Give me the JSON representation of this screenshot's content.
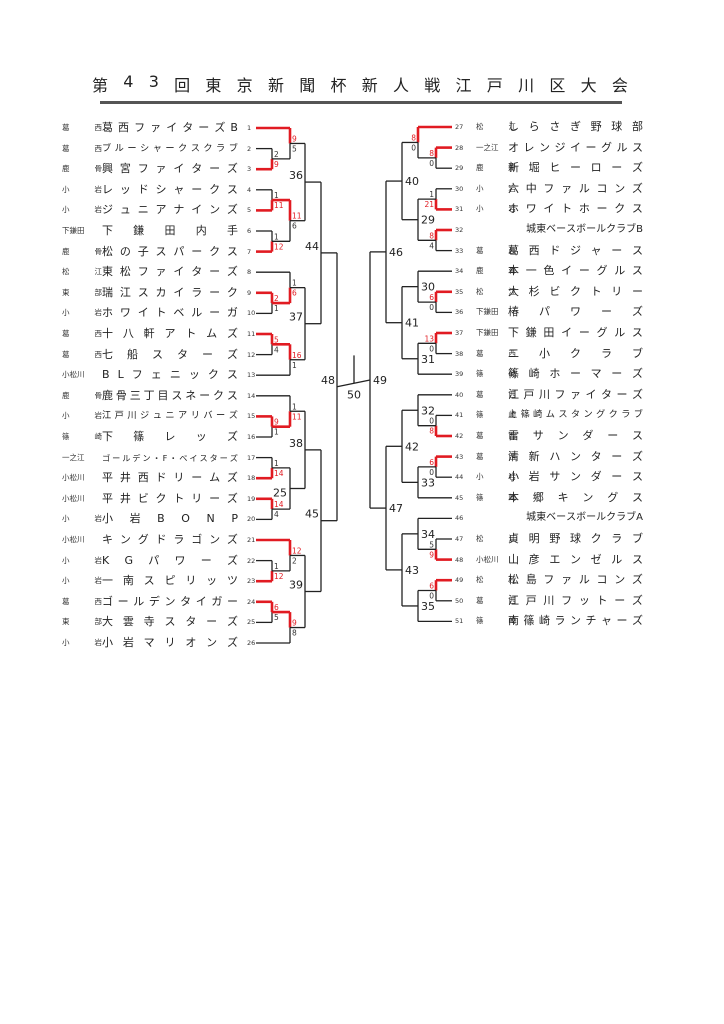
{
  "title": "第43回東京新聞杯新人戦江戸川区大会",
  "colors": {
    "winner": "#e11b22",
    "line": "#222222"
  },
  "left_teams": [
    {
      "seed": 1,
      "area": "葛西",
      "name": "葛西ファイターズB"
    },
    {
      "seed": 2,
      "area": "葛西",
      "name": "ブルーシャークスクラブ"
    },
    {
      "seed": 3,
      "area": "鹿骨",
      "name": "興宮ファイターズ"
    },
    {
      "seed": 4,
      "area": "小岩",
      "name": "レッドシャークス"
    },
    {
      "seed": 5,
      "area": "小岩",
      "name": "ジュニアナインズ"
    },
    {
      "seed": 6,
      "area": "下鎌田",
      "name": "下鎌田内手"
    },
    {
      "seed": 7,
      "area": "鹿骨",
      "name": "松の子スパークス"
    },
    {
      "seed": 8,
      "area": "松江",
      "name": "東松ファイターズ"
    },
    {
      "seed": 9,
      "area": "東部",
      "name": "瑞江スカイラーク"
    },
    {
      "seed": 10,
      "area": "小岩",
      "name": "ホワイトベルーガ"
    },
    {
      "seed": 11,
      "area": "葛西",
      "name": "十八軒アトムズ"
    },
    {
      "seed": 12,
      "area": "葛西",
      "name": "七船スターズ"
    },
    {
      "seed": 13,
      "area": "小松川",
      "name": "BLフェニックス"
    },
    {
      "seed": 14,
      "area": "鹿骨",
      "name": "鹿骨三丁目スネークス"
    },
    {
      "seed": 15,
      "area": "小岩",
      "name": "江戸川ジュニアリバーズ"
    },
    {
      "seed": 16,
      "area": "篠崎",
      "name": "下篠レッズ"
    },
    {
      "seed": 17,
      "area": "一之江",
      "name": "ゴールデン・F・ベイスターズ"
    },
    {
      "seed": 18,
      "area": "小松川",
      "name": "平井西ドリームズ"
    },
    {
      "seed": 19,
      "area": "小松川",
      "name": "平井ビクトリーズ"
    },
    {
      "seed": 20,
      "area": "小岩",
      "name": "小岩BONP"
    },
    {
      "seed": 21,
      "area": "小松川",
      "name": "キングドラゴンズ"
    },
    {
      "seed": 22,
      "area": "小岩",
      "name": "KGパワーズ"
    },
    {
      "seed": 23,
      "area": "小岩",
      "name": "一南スピリッツ"
    },
    {
      "seed": 24,
      "area": "葛西",
      "name": "ゴールデンタイガー"
    },
    {
      "seed": 25,
      "area": "東部",
      "name": "大雲寺スターズ"
    },
    {
      "seed": 26,
      "area": "小岩",
      "name": "小岩マリオンズ"
    }
  ],
  "right_teams": [
    {
      "seed": 27,
      "area": "松江",
      "name": "しらさぎ野球部"
    },
    {
      "seed": 28,
      "area": "一之江",
      "name": "オレンジイーグルス"
    },
    {
      "seed": 29,
      "area": "鹿骨",
      "name": "新堀ヒーローズ"
    },
    {
      "seed": 30,
      "area": "小岩",
      "name": "六中ファルコンズ"
    },
    {
      "seed": 31,
      "area": "小岩",
      "name": "ホワイトホークス"
    },
    {
      "seed": 32,
      "area": "",
      "name": "城東ベースボールクラブB"
    },
    {
      "seed": 33,
      "area": "葛西",
      "name": "葛西ドジャース"
    },
    {
      "seed": 34,
      "area": "鹿骨",
      "name": "本一色イーグルス"
    },
    {
      "seed": 35,
      "area": "松江",
      "name": "大杉ビクトリー"
    },
    {
      "seed": 36,
      "area": "下鎌田",
      "name": "椿パワーズ"
    },
    {
      "seed": 37,
      "area": "下鎌田",
      "name": "下鎌田イーグルス"
    },
    {
      "seed": 38,
      "area": "葛西",
      "name": "二小クラブ"
    },
    {
      "seed": 39,
      "area": "篠崎",
      "name": "篠崎ホーマーズ"
    },
    {
      "seed": 40,
      "area": "葛西",
      "name": "江戸川ファイターズ"
    },
    {
      "seed": 41,
      "area": "篠崎",
      "name": "上篠崎ムスタングクラブ"
    },
    {
      "seed": 42,
      "area": "葛西",
      "name": "雷サンダース"
    },
    {
      "seed": 43,
      "area": "葛西",
      "name": "清新ハンターズ"
    },
    {
      "seed": 44,
      "area": "小岩",
      "name": "小岩サンダース"
    },
    {
      "seed": 45,
      "area": "篠崎",
      "name": "本郷キングス"
    },
    {
      "seed": 46,
      "area": "",
      "name": "城東ベースボールクラブA"
    },
    {
      "seed": 47,
      "area": "松江",
      "name": "貞明野球クラブ"
    },
    {
      "seed": 48,
      "area": "小松川",
      "name": "山彦エンゼルス"
    },
    {
      "seed": 49,
      "area": "松江",
      "name": "松島ファルコンズ"
    },
    {
      "seed": 50,
      "area": "葛西",
      "name": "江戸川フットーズ"
    },
    {
      "seed": 51,
      "area": "篠崎",
      "name": "南篠崎ランチャーズ"
    }
  ],
  "results": {
    "left_first_round": [
      {
        "teams": [
          2,
          3
        ],
        "scores": [
          2,
          9
        ],
        "winner": 3
      },
      {
        "teams": [
          4,
          5
        ],
        "scores": [
          1,
          11
        ],
        "winner": 5
      },
      {
        "teams": [
          6,
          7
        ],
        "scores": [
          1,
          12
        ],
        "winner": 7
      },
      {
        "teams": [
          9,
          10
        ],
        "scores": [
          2,
          1
        ],
        "winner": 9
      },
      {
        "teams": [
          11,
          12
        ],
        "scores": [
          5,
          4
        ],
        "winner": 11
      },
      {
        "teams": [
          15,
          16
        ],
        "scores": [
          9,
          1
        ],
        "winner": 15
      },
      {
        "teams": [
          17,
          18
        ],
        "scores": [
          1,
          14
        ],
        "winner": 18
      },
      {
        "teams": [
          19,
          20
        ],
        "scores": [
          14,
          4
        ],
        "winner": 19
      },
      {
        "teams": [
          22,
          23
        ],
        "scores": [
          1,
          12
        ],
        "winner": 23
      },
      {
        "teams": [
          24,
          25
        ],
        "scores": [
          6,
          5
        ],
        "winner": 24
      }
    ],
    "left_second_round": [
      {
        "teams": [
          1,
          3
        ],
        "scores": [
          9,
          5
        ],
        "winner": 1
      },
      {
        "teams": [
          5,
          7
        ],
        "scores": [
          11,
          6
        ],
        "winner": 5
      },
      {
        "teams": [
          8,
          9
        ],
        "scores": [
          1,
          6
        ],
        "winner": 9
      },
      {
        "teams": [
          11,
          13
        ],
        "scores": [
          16,
          1
        ],
        "winner": 11
      },
      {
        "teams": [
          14,
          15
        ],
        "scores": [
          1,
          11
        ],
        "winner": 15
      },
      {
        "teams": [
          21,
          23
        ],
        "scores": [
          12,
          2
        ],
        "winner": 21
      },
      {
        "teams": [
          24,
          26
        ],
        "scores": [
          9,
          8
        ],
        "winner": 24
      }
    ],
    "right_first_round": [
      {
        "teams": [
          28,
          29
        ],
        "scores": [
          8,
          0
        ],
        "winner": 28
      },
      {
        "teams": [
          30,
          31
        ],
        "scores": [
          1,
          21
        ],
        "winner": 31
      },
      {
        "teams": [
          32,
          33
        ],
        "scores": [
          8,
          4
        ],
        "winner": 32
      },
      {
        "teams": [
          35,
          36
        ],
        "scores": [
          6,
          0
        ],
        "winner": 35
      },
      {
        "teams": [
          37,
          38
        ],
        "scores": [
          13,
          0
        ],
        "winner": 37
      },
      {
        "teams": [
          41,
          42
        ],
        "scores": [
          0,
          8
        ],
        "winner": 42
      },
      {
        "teams": [
          43,
          44
        ],
        "scores": [
          6,
          0
        ],
        "winner": 43
      },
      {
        "teams": [
          47,
          48
        ],
        "scores": [
          5,
          9
        ],
        "winner": 48
      },
      {
        "teams": [
          49,
          50
        ],
        "scores": [
          6,
          0
        ],
        "winner": 49
      }
    ],
    "right_second_round": [
      {
        "teams": [
          27,
          28
        ],
        "scores": [
          8,
          0
        ],
        "winner": 27
      }
    ]
  },
  "match_numbers": {
    "left": [
      "36",
      "44",
      "37",
      "48",
      "38",
      "25",
      "45",
      "39"
    ],
    "right": [
      "40",
      "29",
      "46",
      "30",
      "41",
      "31",
      "49",
      "32",
      "42",
      "33",
      "47",
      "34",
      "43",
      "35"
    ],
    "final": "50"
  }
}
